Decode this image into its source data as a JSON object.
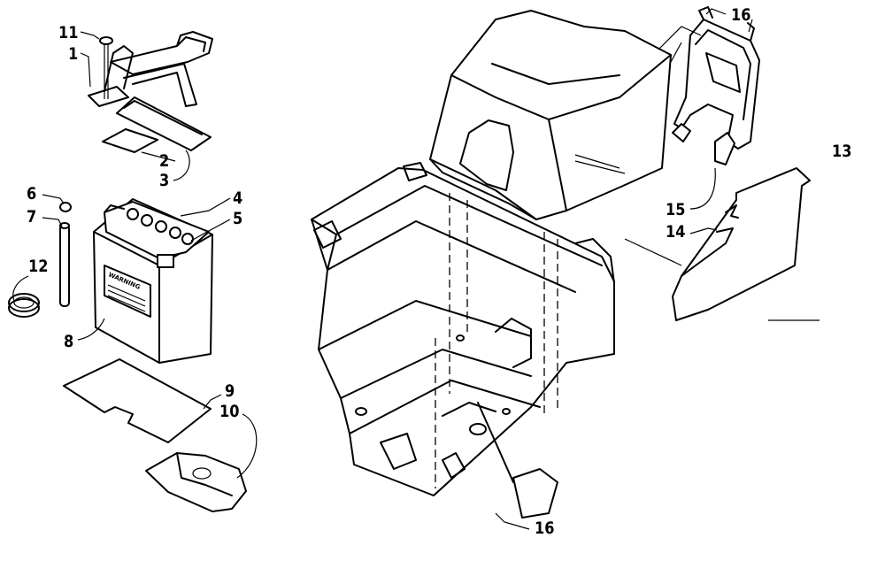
{
  "diagram": {
    "callouts": [
      {
        "id": "c11",
        "label": "11"
      },
      {
        "id": "c1",
        "label": "1"
      },
      {
        "id": "c2",
        "label": "2"
      },
      {
        "id": "c3",
        "label": "3"
      },
      {
        "id": "c4",
        "label": "4"
      },
      {
        "id": "c5",
        "label": "5"
      },
      {
        "id": "c6",
        "label": "6"
      },
      {
        "id": "c7",
        "label": "7"
      },
      {
        "id": "c12",
        "label": "12"
      },
      {
        "id": "c8",
        "label": "8"
      },
      {
        "id": "c9",
        "label": "9"
      },
      {
        "id": "c10",
        "label": "10"
      },
      {
        "id": "c16a",
        "label": "16"
      },
      {
        "id": "c13",
        "label": "13"
      },
      {
        "id": "c15",
        "label": "15"
      },
      {
        "id": "c14",
        "label": "14"
      },
      {
        "id": "c16b",
        "label": "16"
      }
    ],
    "battery_label": "WARNING"
  }
}
